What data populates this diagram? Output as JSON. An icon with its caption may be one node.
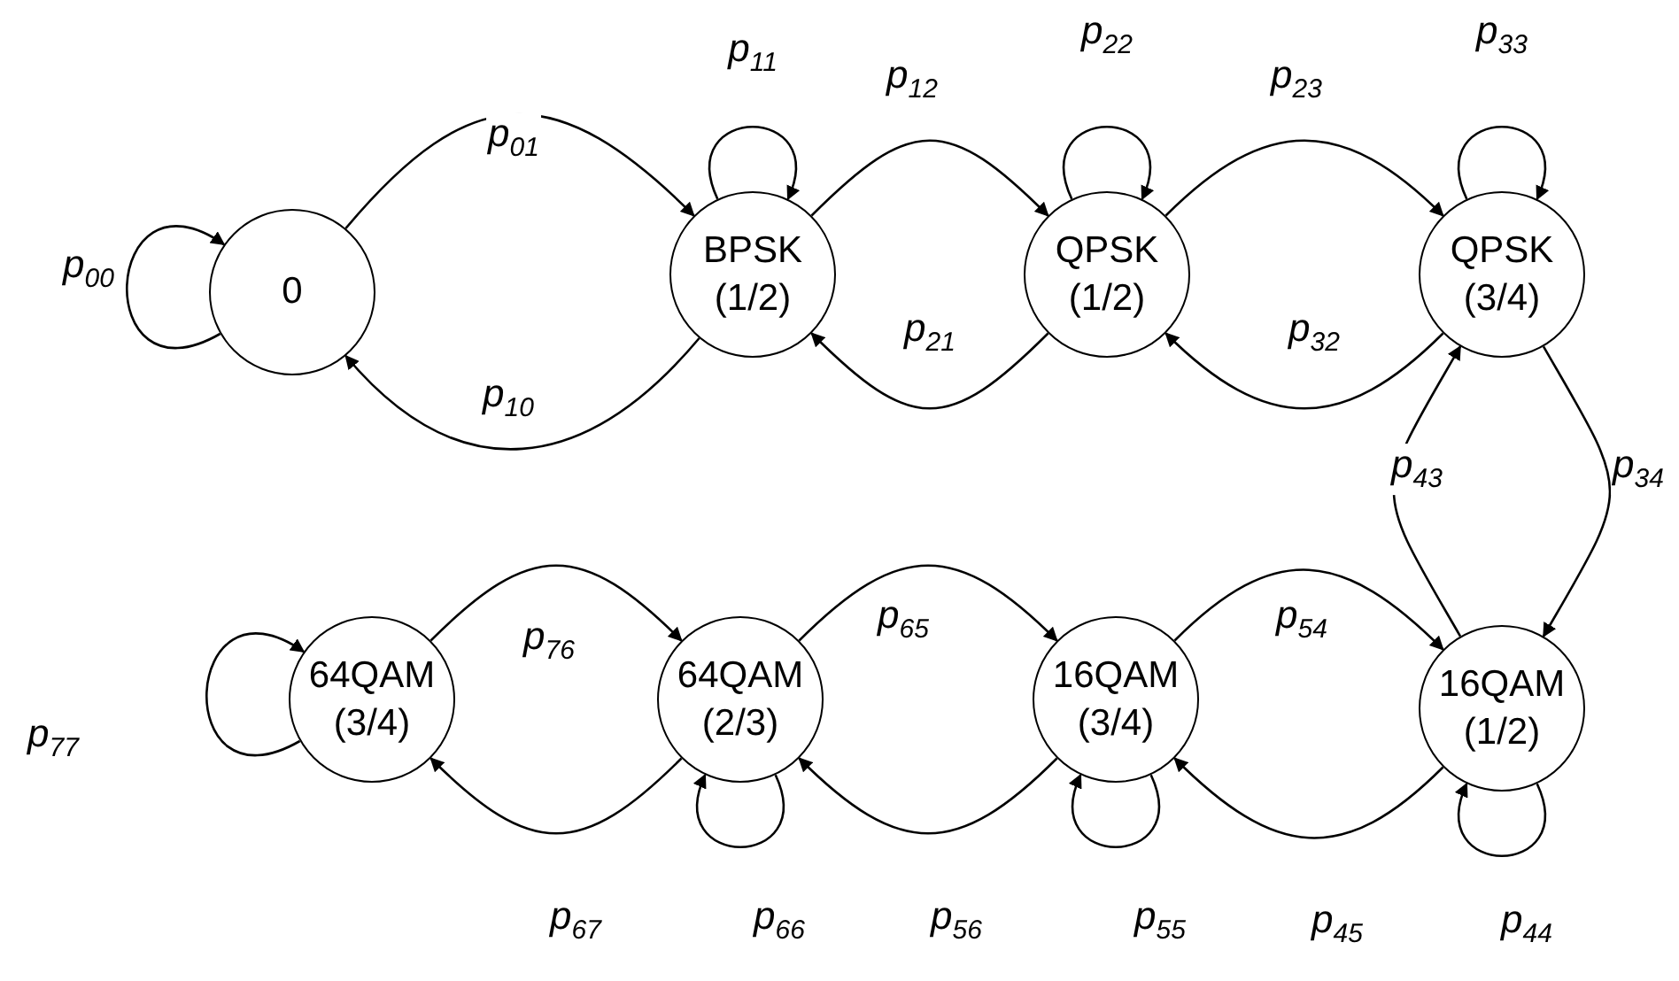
{
  "diagram": {
    "nodes": [
      {
        "text": [
          "0"
        ]
      },
      {
        "text": [
          "BPSK (1/2)"
        ]
      },
      {
        "text": [
          "QPSK (1/2)"
        ]
      },
      {
        "text": [
          "QPSK (3/4)"
        ]
      },
      {
        "text": [
          "16QAM (1/2)"
        ]
      },
      {
        "text": [
          "16QAM (3/4)"
        ]
      },
      {
        "text": [
          "64QAM (2/3)"
        ]
      },
      {
        "text": [
          "64QAM (3/4)"
        ]
      }
    ],
    "edges": [
      {
        "from": 0,
        "to": 0,
        "arrow": "to",
        "label": "p$_{00}$"
      },
      {
        "from": 0,
        "to": 1,
        "arrow": "to",
        "label": "p$_{01}$"
      },
      {
        "from": 1,
        "to": 1,
        "arrow": "to",
        "label": "p$_{11}$"
      },
      {
        "from": 1,
        "to": 0,
        "arrow": "to",
        "label": "p$_{10}$"
      },
      {
        "from": 1,
        "to": 2,
        "arrow": "to",
        "label": "p$_{12}$"
      },
      {
        "from": 2,
        "to": 1,
        "arrow": "to",
        "label": "p$_{21}$"
      },
      {
        "from": 2,
        "to": 2,
        "arrow": "to",
        "label": "p$_{22}$"
      },
      {
        "from": 2,
        "to": 3,
        "arrow": "to",
        "label": "p$_{23}$"
      },
      {
        "from": 3,
        "to": 2,
        "arrow": "to",
        "label": "p$_{32}$"
      },
      {
        "from": 3,
        "to": 3,
        "arrow": "to",
        "label": "p$_{33}$"
      },
      {
        "from": 3,
        "to": 4,
        "arrow": "to",
        "label": "p$_{34}$"
      },
      {
        "from": 4,
        "to": 3,
        "arrow": "to",
        "label": "p$_{43}$"
      },
      {
        "from": 4,
        "to": 4,
        "arrow": "to",
        "label": "p$_{44}$"
      },
      {
        "from": 4,
        "to": 5,
        "arrow": "to",
        "label": "p$_{45}$"
      },
      {
        "from": 5,
        "to": 4,
        "arrow": "to",
        "label": "p$_{54}$"
      },
      {
        "from": 5,
        "to": 5,
        "arrow": "to",
        "label": "p$_{55}$"
      },
      {
        "from": 5,
        "to": 6,
        "arrow": "to",
        "label": "p$_{56}$"
      },
      {
        "from": 6,
        "to": 5,
        "arrow": "to",
        "label": "p$_{65}$"
      },
      {
        "from": 6,
        "to": 6,
        "arrow": "to",
        "label": "p$_{66}$"
      },
      {
        "from": 6,
        "to": 7,
        "arrow": "to",
        "label": "p$_{67}$"
      },
      {
        "from": 7,
        "to": 6,
        "arrow": "to",
        "label": "p$_{76}$"
      },
      {
        "from": 7,
        "to": 7,
        "arrow": "to",
        "label": "p$_{77}$"
      }
    ]
  }
}
